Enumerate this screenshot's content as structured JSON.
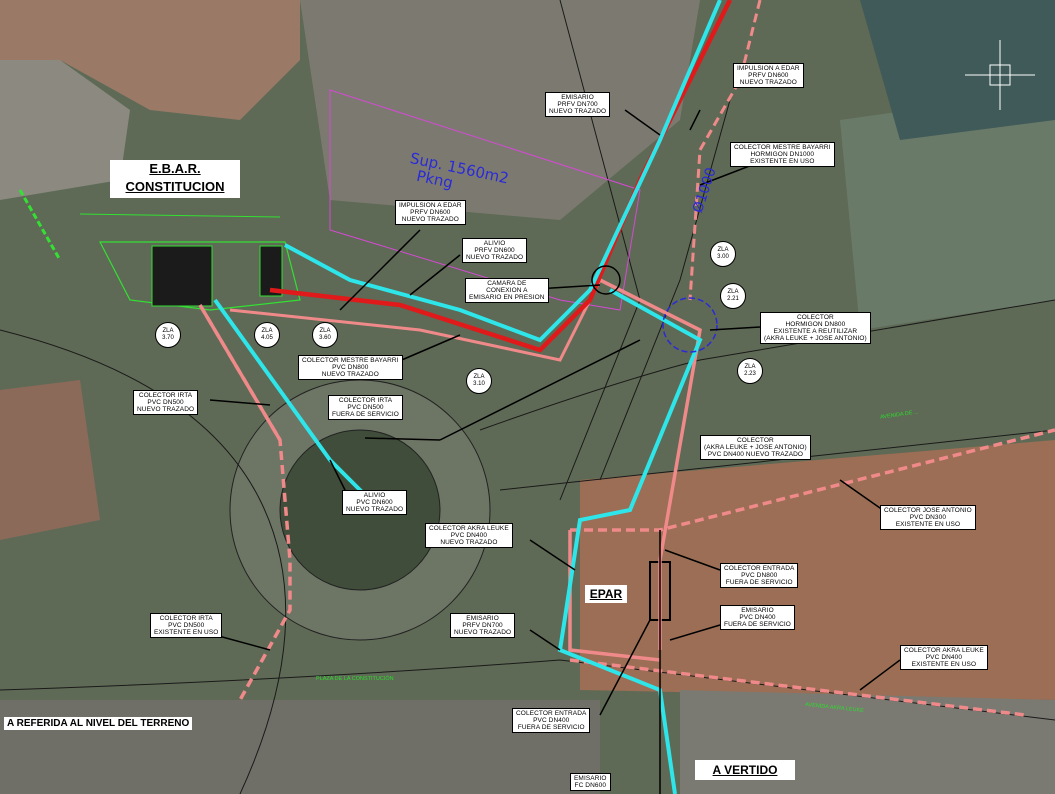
{
  "plant_title": {
    "line1": "E.B.A.R.",
    "line2": "CONSTITUCION"
  },
  "epar_label": "EPAR",
  "vertido_label": "A VERTIDO",
  "footer_note": "A REFERIDA AL NIVEL DEL TERRENO",
  "surface_note": {
    "line1": "Sup. 1560m2",
    "line2": "Pkng"
  },
  "diameter_note": "Ø1000",
  "colors": {
    "existing_collector": "#f08a8a",
    "new_outfall": "#2ee6ea",
    "new_pumping": "#e01a1a",
    "background": "#5f6b55"
  },
  "labels": [
    {
      "lines": [
        "IMPULSION A EDAR",
        "PRFV DN600",
        "NUEVO TRAZADO"
      ]
    },
    {
      "lines": [
        "EMISARIO",
        "PRFV DN700",
        "NUEVO TRAZADO"
      ]
    },
    {
      "lines": [
        "COLECTOR MESTRE BAYARRI",
        "HORMIGON DN1000",
        "EXISTENTE EN USO"
      ]
    },
    {
      "lines": [
        "IMPULSION A EDAR",
        "PRFV DN600",
        "NUEVO TRAZADO"
      ]
    },
    {
      "lines": [
        "ALIVIO",
        "PRFV DN600",
        "NUEVO TRAZADO"
      ]
    },
    {
      "lines": [
        "CAMARA DE",
        "CONEXION A",
        "EMISARIO EN PRESION"
      ]
    },
    {
      "lines": [
        "COLECTOR",
        "HORMIGON DN800",
        "EXISTENTE A REUTILIZAR",
        "(AKRA LEUKE + JOSE ANTONIO)"
      ]
    },
    {
      "lines": [
        "COLECTOR MESTRE BAYARRI",
        "PVC DN800",
        "NUEVO TRAZADO"
      ]
    },
    {
      "lines": [
        "COLECTOR IRTA",
        "PVC DN500",
        "NUEVO TRAZADO"
      ]
    },
    {
      "lines": [
        "COLECTOR IRTA",
        "PVC DN500",
        "FUERA DE SERVICIO"
      ]
    },
    {
      "lines": [
        "COLECTOR",
        "(AKRA LEUKE + JOSE ANTONIO)",
        "PVC DN400 NUEVO TRAZADO"
      ]
    },
    {
      "lines": [
        "ALIVIO",
        "PVC DN600",
        "NUEVO TRAZADO"
      ]
    },
    {
      "lines": [
        "COLECTOR JOSE ANTONIO",
        "PVC DN300",
        "EXISTENTE EN USO"
      ]
    },
    {
      "lines": [
        "COLECTOR AKRA LEUKE",
        "PVC DN400",
        "NUEVO TRAZADO"
      ]
    },
    {
      "lines": [
        "COLECTOR ENTRADA",
        "PVC DN800",
        "FUERA DE SERVICIO"
      ]
    },
    {
      "lines": [
        "EMISARIO",
        "PVC DN400",
        "FUERA DE SERVICIO"
      ]
    },
    {
      "lines": [
        "COLECTOR IRTA",
        "PVC DN500",
        "EXISTENTE EN USO"
      ]
    },
    {
      "lines": [
        "EMISARIO",
        "PRFV DN700",
        "NUEVO TRAZADO"
      ]
    },
    {
      "lines": [
        "COLECTOR AKRA LEUKE",
        "PVC DN400",
        "EXISTENTE EN USO"
      ]
    },
    {
      "lines": [
        "COLECTOR ENTRADA",
        "PVC DN400",
        "FUERA DE SERVICIO"
      ]
    },
    {
      "lines": [
        "EMISARIO",
        "FC DN600"
      ]
    }
  ],
  "elevations": [
    {
      "name": "ZLA",
      "value": "3.70"
    },
    {
      "name": "ZLA",
      "value": "4.05"
    },
    {
      "name": "ZLA",
      "value": "3.60"
    },
    {
      "name": "ZLA",
      "value": "3.10"
    },
    {
      "name": "ZLA",
      "value": "3.00"
    },
    {
      "name": "ZLA",
      "value": "2.21"
    },
    {
      "name": "ZLA",
      "value": "2.23"
    }
  ],
  "street_names": [
    "PLAZA DE LA CONSTITUCIÓN",
    "AVENIDA DE ...",
    "AVENIDA AKRA LEUKE"
  ]
}
